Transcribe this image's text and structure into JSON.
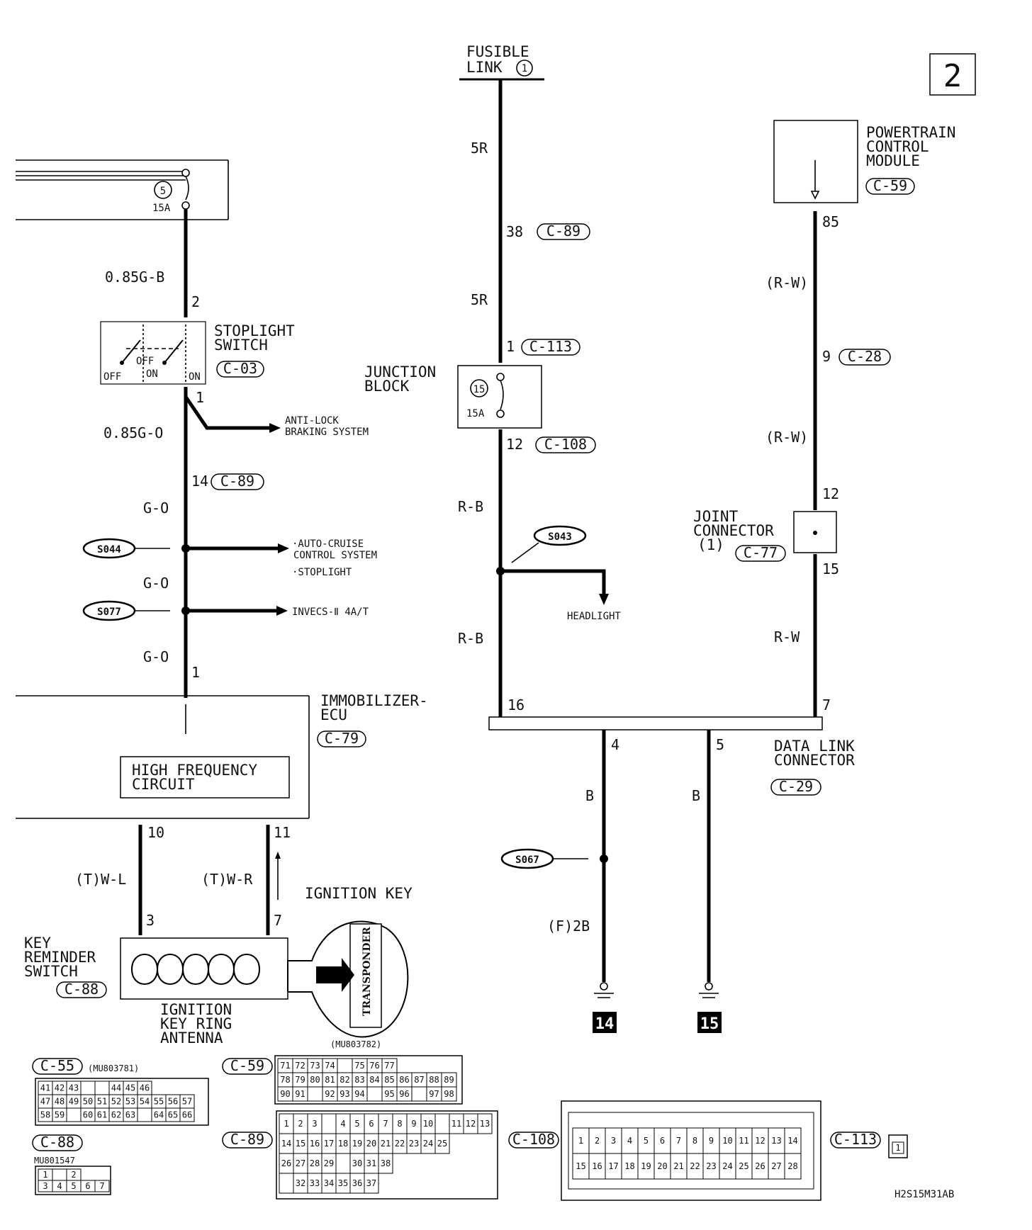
{
  "page_number": "2",
  "diagram_id": "H2S15M31AB",
  "fusible_link": {
    "line1": "FUSIBLE",
    "line2": "LINK",
    "number": "1"
  },
  "fuse_left": {
    "number": "5",
    "rating": "15A"
  },
  "fuse_junction": {
    "number": "15",
    "rating": "15A"
  },
  "wires": {
    "w_085gb": "0.85G-B",
    "w_085go": "0.85G-O",
    "w_go_1": "G-O",
    "w_go_2": "G-O",
    "w_go_3": "G-O",
    "w_5r_1": "5R",
    "w_5r_2": "5R",
    "w_rb_1": "R-B",
    "w_rb_2": "R-B",
    "w_rw_1": "(R-W)",
    "w_rw_2": "(R-W)",
    "w_rw_3": "R-W",
    "w_b_1": "B",
    "w_b_2": "B",
    "w_f2b": "(F)2B",
    "w_twl": "(T)W-L",
    "w_twr": "(T)W-R"
  },
  "pins": {
    "p2": "2",
    "p1_sw": "1",
    "p14": "14",
    "p1_ecu": "1",
    "p38": "38",
    "p1_jb": "1",
    "p12_jb": "12",
    "p85": "85",
    "p9": "9",
    "p12_jc": "12",
    "p15_jc": "15",
    "p16": "16",
    "p7": "7",
    "p4": "4",
    "p5": "5",
    "p10": "10",
    "p11": "11",
    "p3": "3",
    "p7_ks": "7"
  },
  "connectors": {
    "c03": "C-03",
    "c89_a": "C-89",
    "c89_b": "C-89",
    "c113_a": "C-113",
    "c108_a": "C-108",
    "c59_a": "C-59",
    "c28": "C-28",
    "c77": "C-77",
    "c29": "C-29",
    "c79": "C-79",
    "c88_a": "C-88",
    "c55": "C-55",
    "c59_b": "C-59",
    "c88_b": "C-88",
    "c89_c": "C-89",
    "c108_b": "C-108",
    "c113_b": "C-113"
  },
  "components": {
    "stoplight_l1": "STOPLIGHT",
    "stoplight_l2": "SWITCH",
    "sw_off_1": "OFF",
    "sw_off_2": "OFF",
    "sw_on_1": "ON",
    "sw_on_2": "ON",
    "junction_l1": "JUNCTION",
    "junction_l2": "BLOCK",
    "pcm_l1": "POWERTRAIN",
    "pcm_l2": "CONTROL",
    "pcm_l3": "MODULE",
    "joint_l1": "JOINT",
    "joint_l2": "CONNECTOR",
    "joint_l3": "(1)",
    "dlc_l1": "DATA LINK",
    "dlc_l2": "CONNECTOR",
    "ecu_l1": "IMMOBILIZER-",
    "ecu_l2": "ECU",
    "hf_l1": "HIGH FREQUENCY",
    "hf_l2": "CIRCUIT",
    "krs_l1": "KEY",
    "krs_l2": "REMINDER",
    "krs_l3": "SWITCH",
    "ant_l1": "IGNITION",
    "ant_l2": "KEY RING",
    "ant_l3": "ANTENNA",
    "ignition_key": "IGNITION KEY",
    "transponder": "TRANSPONDER"
  },
  "destinations": {
    "abs_l1": "ANTI-LOCK",
    "abs_l2": "BRAKING SYSTEM",
    "cruise_l1": "·AUTO-CRUISE",
    "cruise_l2": "CONTROL SYSTEM",
    "stoplight": "·STOPLIGHT",
    "invecs": "INVECS-Ⅱ 4A/T",
    "headlight": "HEADLIGHT"
  },
  "splices": {
    "s044": "S044",
    "s077": "S077",
    "s043": "S043",
    "s067": "S067"
  },
  "grounds": {
    "g14": "14",
    "g15": "15"
  },
  "part_numbers": {
    "c55": "(MU803781)",
    "c59": "(MU803782)",
    "c88": "MU801547"
  },
  "pinout_c55": [
    [
      "41",
      "42",
      "43",
      "",
      "",
      "44",
      "45",
      "46"
    ],
    [
      "47",
      "48",
      "49",
      "50",
      "51",
      "52",
      "53",
      "54",
      "55",
      "56",
      "57"
    ],
    [
      "58",
      "59",
      "",
      "60",
      "61",
      "62",
      "63",
      "",
      "64",
      "65",
      "66"
    ]
  ],
  "pinout_c59": [
    [
      "71",
      "72",
      "73",
      "74",
      "",
      "75",
      "76",
      "77"
    ],
    [
      "78",
      "79",
      "80",
      "81",
      "82",
      "83",
      "84",
      "85",
      "86",
      "87",
      "88",
      "89"
    ],
    [
      "90",
      "91",
      "",
      "92",
      "93",
      "94",
      "",
      "95",
      "96",
      "",
      "97",
      "98"
    ]
  ],
  "pinout_c88": [
    [
      "1",
      "",
      "2"
    ],
    [
      "3",
      "4",
      "5",
      "6",
      "7"
    ]
  ],
  "pinout_c89": [
    [
      "1",
      "2",
      "3",
      "",
      "4",
      "5",
      "6",
      "7",
      "8",
      "9",
      "10",
      "",
      "11",
      "12",
      "13"
    ],
    [
      "14",
      "15",
      "16",
      "17",
      "18",
      "19",
      "20",
      "21",
      "22",
      "23",
      "24",
      "25"
    ],
    [
      "26",
      "27",
      "28",
      "29",
      "",
      "30",
      "31",
      "38"
    ],
    [
      "",
      "32",
      "33",
      "34",
      "35",
      "36",
      "37"
    ]
  ],
  "pinout_c108": [
    [
      "1",
      "2",
      "3",
      "4",
      "5",
      "6",
      "7",
      "8",
      "9",
      "10",
      "11",
      "12",
      "13",
      "14"
    ],
    [
      "15",
      "16",
      "17",
      "18",
      "19",
      "20",
      "21",
      "22",
      "23",
      "24",
      "25",
      "26",
      "27",
      "28"
    ]
  ],
  "pinout_c113": [
    "1"
  ]
}
